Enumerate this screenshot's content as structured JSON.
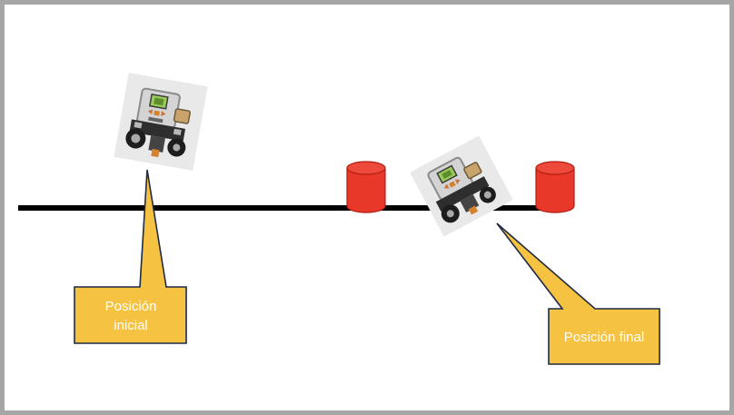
{
  "diagram": {
    "colors": {
      "frame": "#a6a6a6",
      "track": "#000000",
      "obstacle": "#e8382a",
      "callout_fill": "#f5c242",
      "callout_border": "#1f2a44",
      "callout_text": "#ffffff"
    },
    "robots": [
      {
        "name": "robot-initial",
        "icon": "lego-nxt-robot-icon"
      },
      {
        "name": "robot-final",
        "icon": "lego-nxt-robot-icon"
      }
    ],
    "obstacles": [
      {
        "name": "obstacle-left",
        "icon": "red-cylinder-icon"
      },
      {
        "name": "obstacle-right",
        "icon": "red-cylinder-icon"
      }
    ],
    "labels": {
      "initial_line1": "Posición",
      "initial_line2": "inicial",
      "final": "Posición final"
    }
  }
}
